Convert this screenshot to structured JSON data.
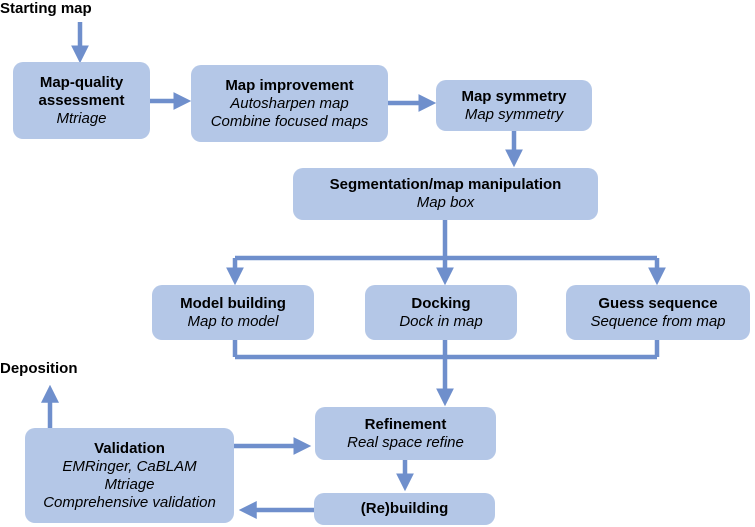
{
  "diagram": {
    "labels": {
      "start": "Starting map",
      "deposition": "Deposition"
    },
    "nodes": {
      "map_quality": {
        "title_1": "Map-quality",
        "title_2": "assessment",
        "tool": "Mtriage"
      },
      "map_improvement": {
        "title": "Map improvement",
        "tool_1": "Autosharpen map",
        "tool_2": "Combine focused maps"
      },
      "map_symmetry": {
        "title": "Map symmetry",
        "tool": "Map symmetry"
      },
      "segmentation": {
        "title": "Segmentation/map manipulation",
        "tool": "Map box"
      },
      "model_building": {
        "title": "Model building",
        "tool": "Map to model"
      },
      "docking": {
        "title": "Docking",
        "tool": "Dock in map"
      },
      "guess_sequence": {
        "title": "Guess sequence",
        "tool": "Sequence from map"
      },
      "refinement": {
        "title": "Refinement",
        "tool": "Real space refine"
      },
      "validation": {
        "title": "Validation",
        "tool_1": "EMRinger, CaBLAM",
        "tool_2": "Mtriage",
        "tool_3": "Comprehensive validation"
      },
      "rebuilding": {
        "title": "(Re)building"
      }
    },
    "colors": {
      "box": "#b4c7e7",
      "arrow": "#6f8fcc"
    }
  }
}
